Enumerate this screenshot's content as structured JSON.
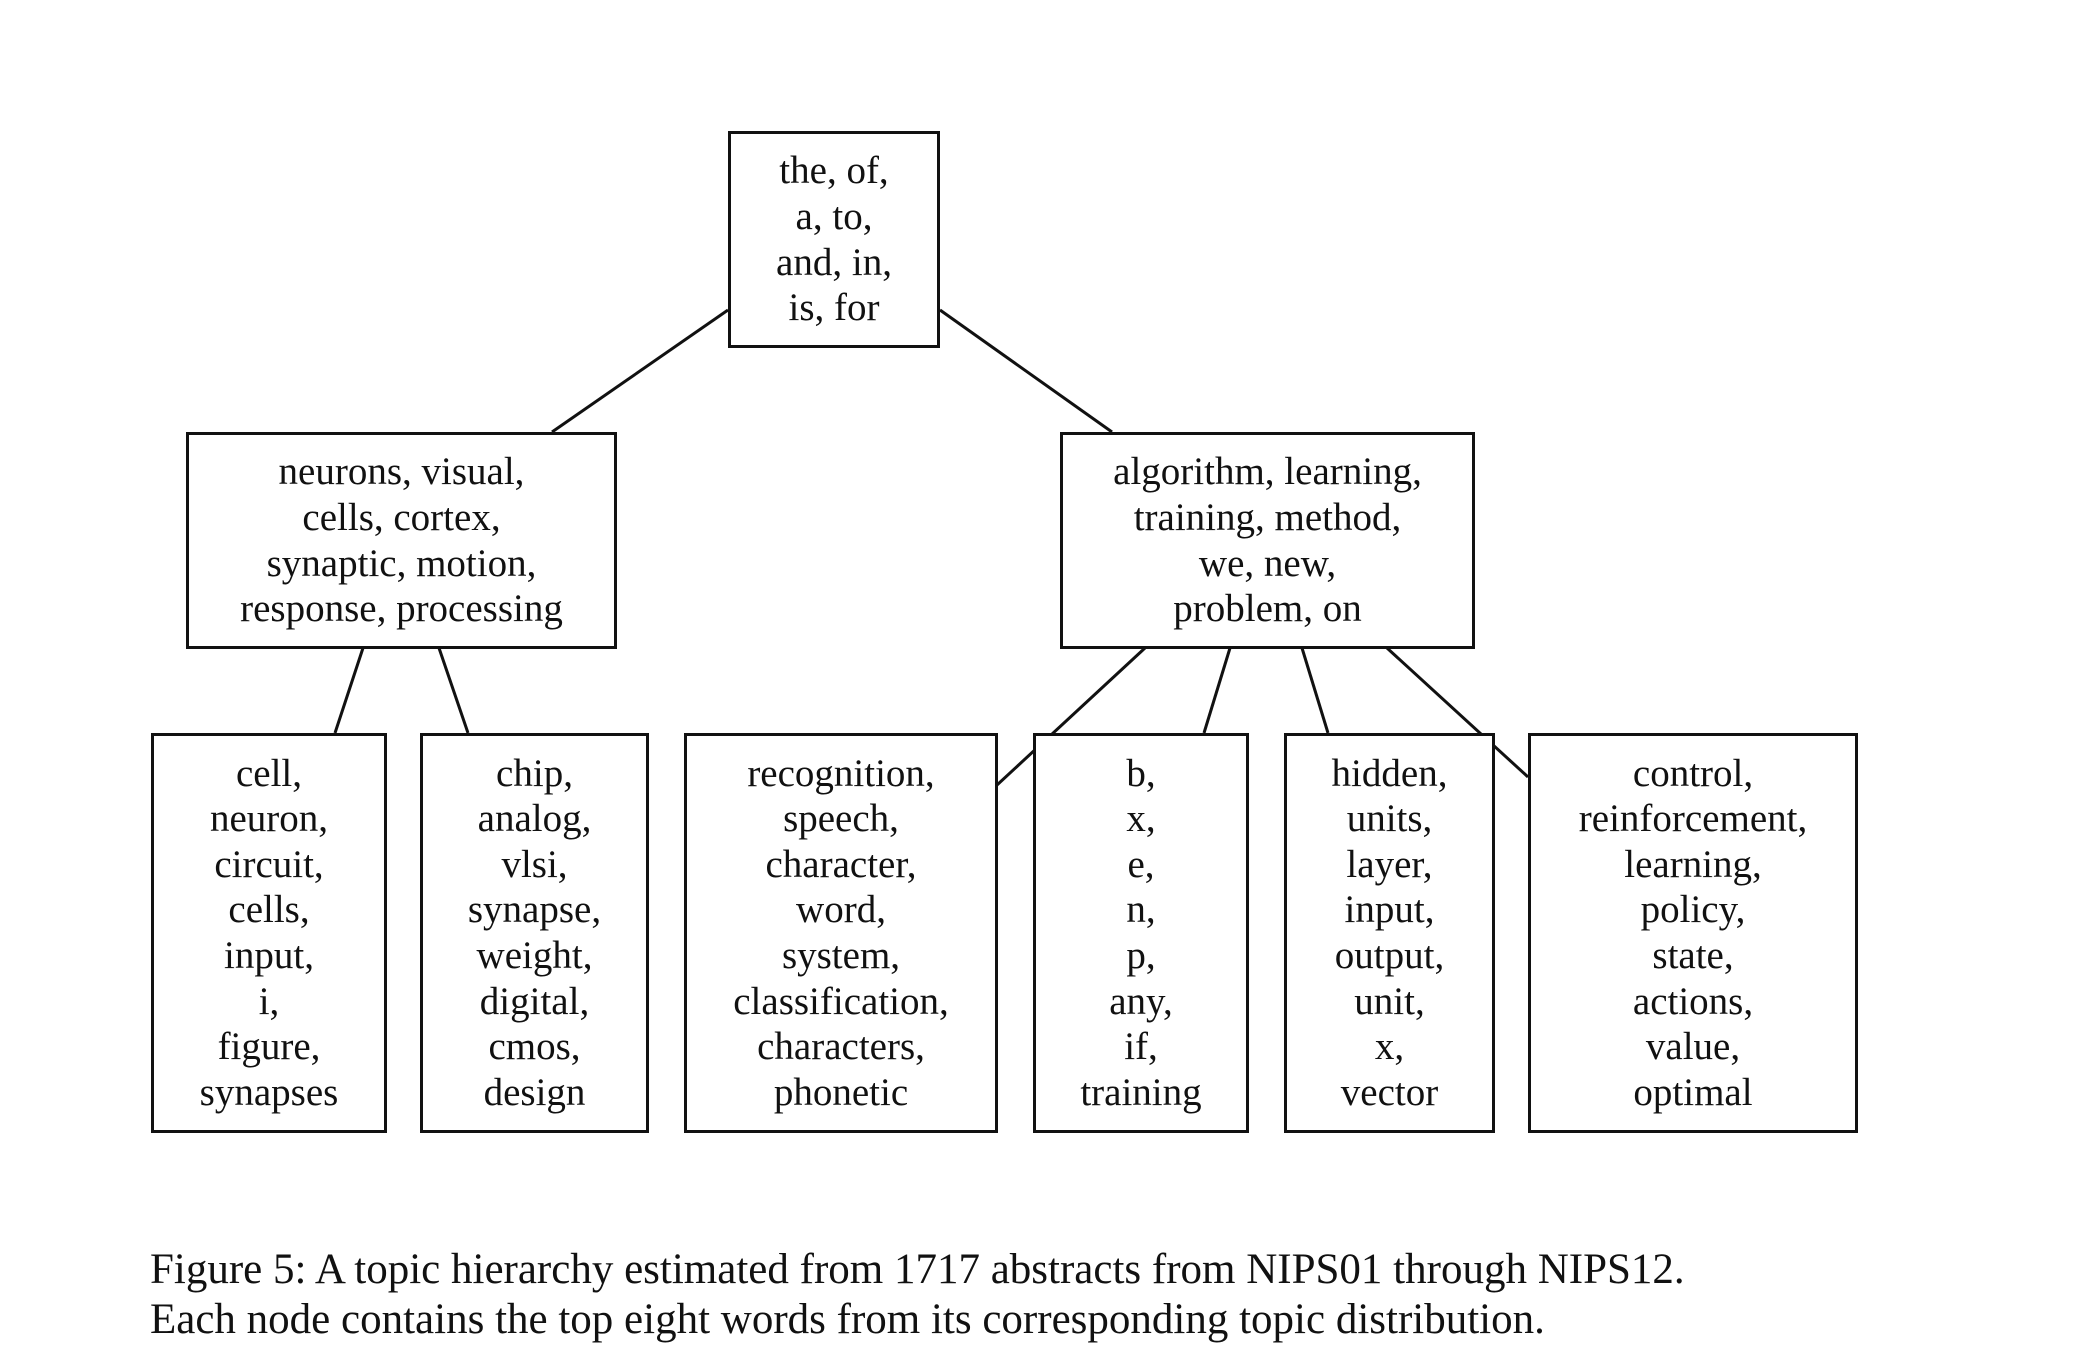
{
  "figure": {
    "nodes": [
      {
        "id": "root",
        "lines": [
          "the, of,",
          "a, to,",
          "and, in,",
          "is, for"
        ]
      },
      {
        "id": "neuro",
        "lines": [
          "neurons, visual,",
          "cells, cortex,",
          "synaptic, motion,",
          "response, processing"
        ]
      },
      {
        "id": "algo",
        "lines": [
          "algorithm, learning,",
          "training, method,",
          "we, new,",
          "problem, on"
        ]
      },
      {
        "id": "cell",
        "lines": [
          "cell,",
          "neuron,",
          "circuit,",
          "cells,",
          "input,",
          "i,",
          "figure,",
          "synapses"
        ]
      },
      {
        "id": "chip",
        "lines": [
          "chip,",
          "analog,",
          "vlsi,",
          "synapse,",
          "weight,",
          "digital,",
          "cmos,",
          "design"
        ]
      },
      {
        "id": "recog",
        "lines": [
          "recognition,",
          "speech,",
          "character,",
          "word,",
          "system,",
          "classification,",
          "characters,",
          "phonetic"
        ]
      },
      {
        "id": "bx",
        "lines": [
          "b,",
          "x,",
          "e,",
          "n,",
          "p,",
          "any,",
          "if,",
          "training"
        ]
      },
      {
        "id": "hidden",
        "lines": [
          "hidden,",
          "units,",
          "layer,",
          "input,",
          "output,",
          "unit,",
          "x,",
          "vector"
        ]
      },
      {
        "id": "control",
        "lines": [
          "control,",
          "reinforcement,",
          "learning,",
          "policy,",
          "state,",
          "actions,",
          "value,",
          "optimal"
        ]
      }
    ],
    "edges": [
      [
        "root",
        "neuro"
      ],
      [
        "root",
        "algo"
      ],
      [
        "neuro",
        "cell"
      ],
      [
        "neuro",
        "chip"
      ],
      [
        "algo",
        "recog"
      ],
      [
        "algo",
        "bx"
      ],
      [
        "algo",
        "hidden"
      ],
      [
        "algo",
        "control"
      ]
    ]
  },
  "caption": {
    "line1": "Figure 5:  A topic hierarchy estimated from 1717 abstracts from NIPS01 through NIPS12.",
    "line2": "Each node contains the top eight words from its corresponding topic distribution."
  }
}
